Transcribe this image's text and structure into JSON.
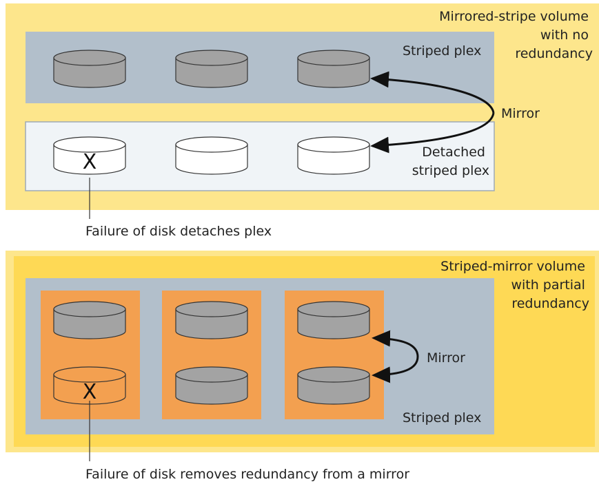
{
  "colors": {
    "outer_panel": "#fde68c",
    "inner_panel": "#fed955",
    "striped_plex": "#b2bfcb",
    "detached_plex": "#f0f4f7",
    "subvolume": "#f3a050",
    "disk_gray": "#a3a3a3",
    "disk_white": "#ffffff",
    "disk_failed": "#f3a050"
  },
  "top": {
    "title_lines": [
      "Mirrored-stripe volume",
      "with no",
      "redundancy"
    ],
    "striped_plex_label": "Striped plex",
    "detached_plex_label_lines": [
      "Detached",
      "striped plex"
    ],
    "mirror_label": "Mirror",
    "failed_marker": "X",
    "caption": "Failure of disk detaches plex"
  },
  "bottom": {
    "title_lines": [
      "Striped-mirror volume",
      "with partial",
      "redundancy"
    ],
    "striped_plex_label": "Striped plex",
    "mirror_label": "Mirror",
    "failed_marker": "X",
    "caption": "Failure of disk removes redundancy from a mirror"
  }
}
